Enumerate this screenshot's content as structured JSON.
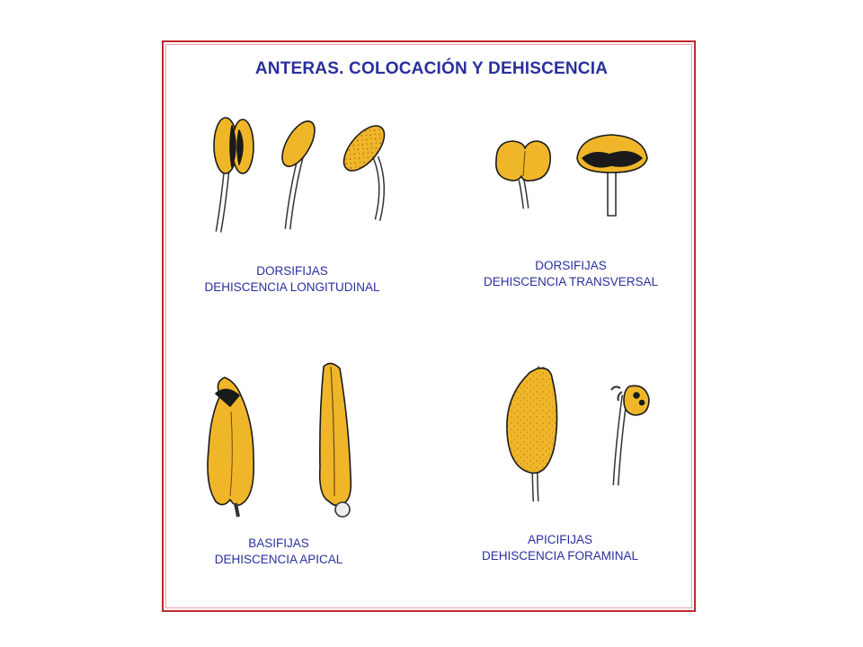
{
  "title": "ANTERAS. COLOCACIÓN Y DEHISCENCIA",
  "panels": [
    {
      "line1": "DORSIFIJAS",
      "line2": "DEHISCENCIA LONGITUDINAL"
    },
    {
      "line1": "DORSIFIJAS",
      "line2": "DEHISCENCIA TRANSVERSAL"
    },
    {
      "line1": "BASIFIJAS",
      "line2": "DEHISCENCIA APICAL"
    },
    {
      "line1": "APICIFIJAS",
      "line2": "DEHISCENCIA FORAMINAL"
    }
  ],
  "colors": {
    "anther": "#f0b62a",
    "outline": "#1a1a1a",
    "text": "#2a2f9c",
    "border": "#c0282d"
  }
}
